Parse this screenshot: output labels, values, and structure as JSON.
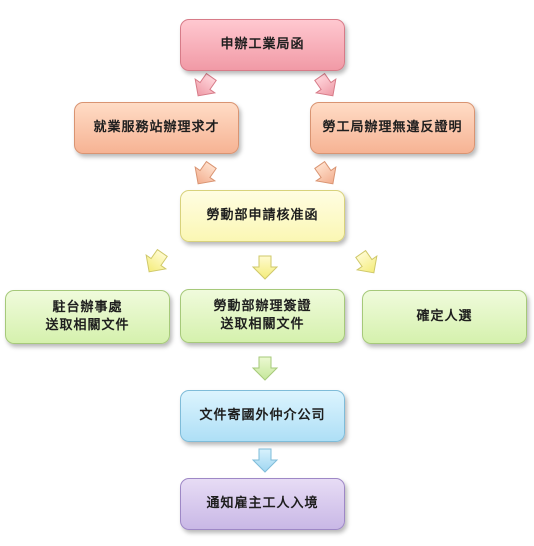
{
  "nodes": {
    "apply_letter": "申辦工業局函",
    "employment_station": "就業服務站辦理求才",
    "labor_bureau": "勞工局辦理無違反證明",
    "ministry_approval": "勞動部申請核准函",
    "taipei_office": "駐台辦事處\n送取相關文件",
    "ministry_visa": "勞動部辦理簽證\n送取相關文件",
    "confirm_candidates": "確定人選",
    "send_to_agency": "文件寄國外仲介公司",
    "notify_employer": "通知雇主工人入境"
  },
  "colors": {
    "red": "#f19aa6",
    "orange": "#f6b394",
    "yellow": "#fbf7b4",
    "green": "#d5f1ad",
    "blue": "#aedff6",
    "purple": "#c9b8e6"
  }
}
